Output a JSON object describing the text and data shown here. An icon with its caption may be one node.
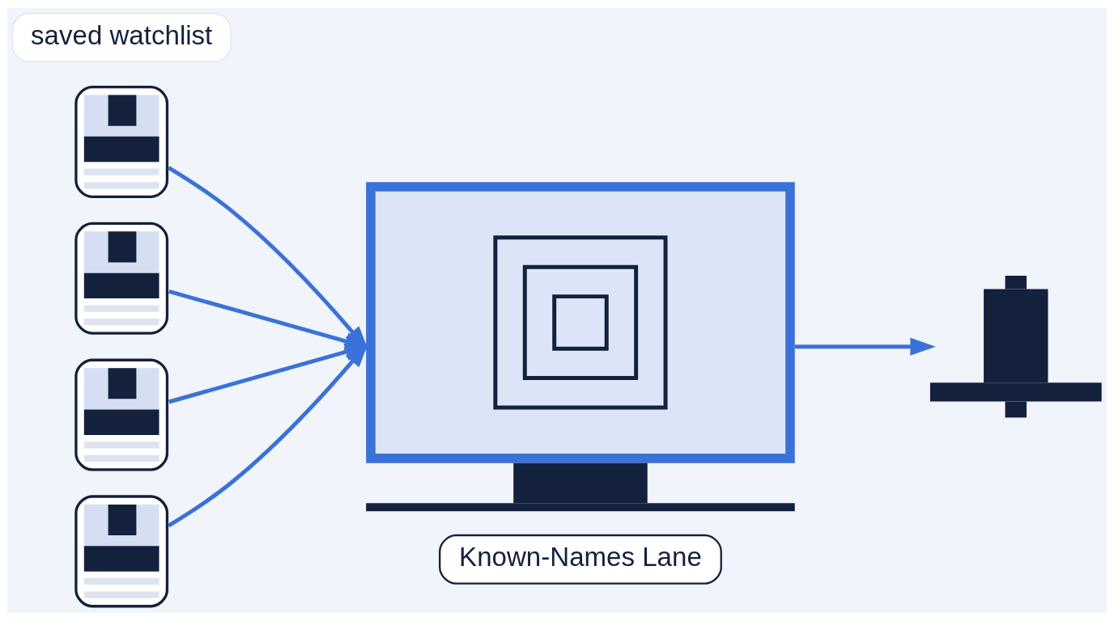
{
  "diagram": {
    "nodes": [
      {
        "text": [
          "saved watchlist"
        ]
      },
      {
        "text": [],
        "shape": "person"
      },
      {
        "text": [],
        "shape": "person"
      },
      {
        "text": [],
        "shape": "person"
      },
      {
        "text": [],
        "shape": "person"
      },
      {
        "text": [],
        "shape": "picture"
      },
      {
        "text": [
          "Known-Names Lane"
        ]
      },
      {
        "text": [],
        "shape": "picture"
      }
    ],
    "edges": [
      {
        "from": 1,
        "to": 5,
        "arrow": "to"
      },
      {
        "from": 2,
        "to": 5,
        "arrow": "to"
      },
      {
        "from": 3,
        "to": 5,
        "arrow": "to"
      },
      {
        "from": 4,
        "to": 5,
        "arrow": "to"
      },
      {
        "from": 5,
        "to": 7,
        "arrow": "to"
      }
    ]
  }
}
